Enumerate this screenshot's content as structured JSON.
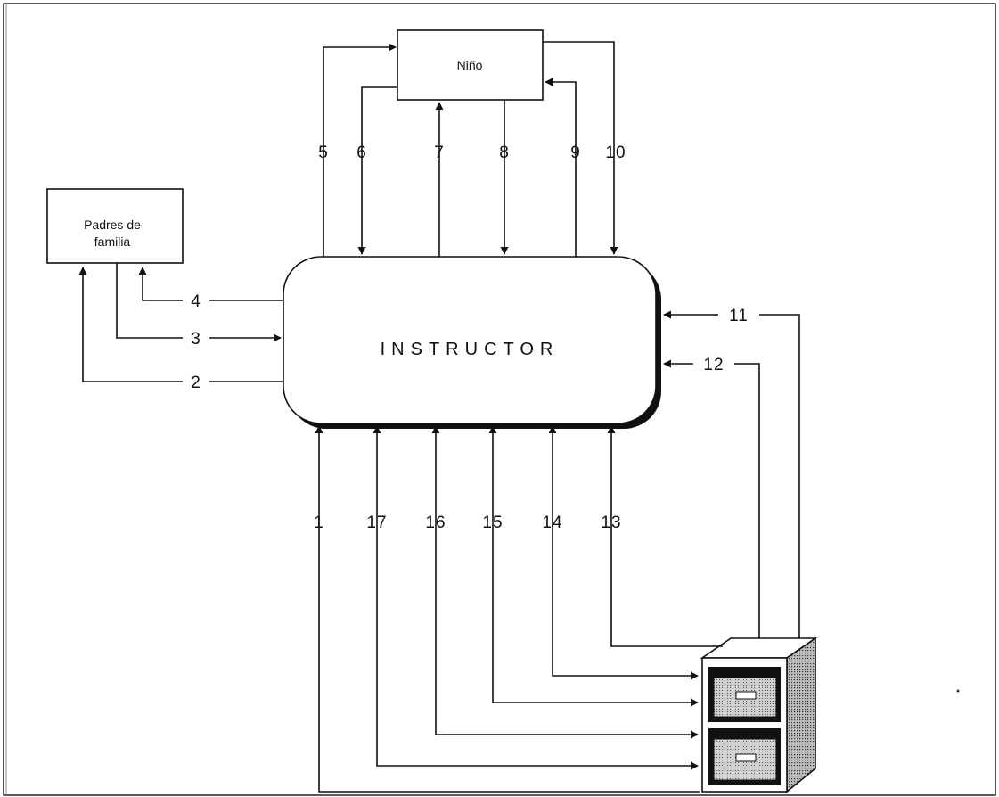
{
  "nodes": {
    "child": "Niño",
    "parents_line1": "Padres de",
    "parents_line2": "familia",
    "instructor": "INSTRUCTOR"
  },
  "flow_labels": {
    "f1": "1",
    "f2": "2",
    "f3": "3",
    "f4": "4",
    "f5": "5",
    "f6": "6",
    "f7": "7",
    "f8": "8",
    "f9": "9",
    "f10": "10",
    "f11": "11",
    "f12": "12",
    "f13": "13",
    "f14": "14",
    "f15": "15",
    "f16": "16",
    "f17": "17"
  },
  "icons": {
    "archive": "filing-cabinet-icon"
  }
}
